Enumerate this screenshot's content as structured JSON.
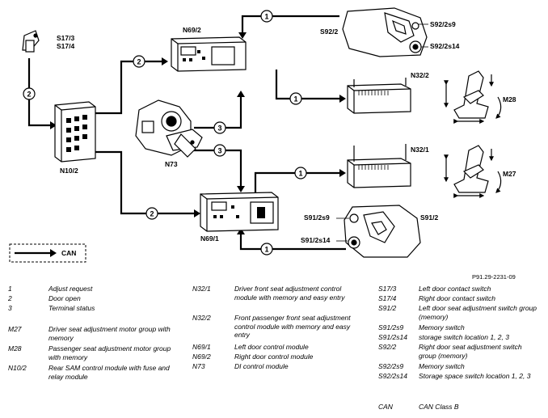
{
  "diagram": {
    "components": {
      "s17": {
        "line1": "S17/3",
        "line2": "S17/4"
      },
      "n10_2": "N10/2",
      "n69_2": "N69/2",
      "n69_1": "N69/1",
      "n73": "N73",
      "n32_2": "N32/2",
      "n32_1": "N32/1",
      "m28": "M28",
      "m27": "M27",
      "s92_2": "S92/2",
      "s92_2s9": "S92/2s9",
      "s92_2s14": "S92/2s14",
      "s91_2": "S91/2",
      "s91_2s9": "S91/2s9",
      "s91_2s14": "S91/2s14"
    },
    "signal_numbers": {
      "adjust": "1",
      "door": "2",
      "terminal": "3"
    },
    "can_label": "CAN",
    "reference": "P91.29-2231-09"
  },
  "legend": {
    "col1": [
      {
        "code": "1",
        "desc": "Adjust request"
      },
      {
        "code": "2",
        "desc": "Door open"
      },
      {
        "code": "3",
        "desc": "Terminal status"
      },
      {
        "code": "M27",
        "desc": "Driver seat adjustment motor group with memory"
      },
      {
        "code": "M28",
        "desc": "Passenger seat adjustment motor group with memory"
      },
      {
        "code": "N10/2",
        "desc": "Rear SAM control module with fuse and relay module"
      }
    ],
    "col2": [
      {
        "code": "N32/1",
        "desc": "Driver front seat adjustment control module with memory and easy entry"
      },
      {
        "code": "N32/2",
        "desc": "Front passenger front seat adjustment control module with memory and easy entry"
      },
      {
        "code": "N69/1",
        "desc": "Left door control module"
      },
      {
        "code": "N69/2",
        "desc": "Right door control module"
      },
      {
        "code": "N73",
        "desc": "DI control module"
      }
    ],
    "col3": [
      {
        "code": "S17/3",
        "desc": "Left door contact switch"
      },
      {
        "code": "S17/4",
        "desc": "Right door contact switch"
      },
      {
        "code": "S91/2",
        "desc": "Left door seat adjustment switch group (memory)"
      },
      {
        "code": "S91/2s9",
        "desc": "Memory switch"
      },
      {
        "code": "S91/2s14",
        "desc": "storage switch location 1, 2, 3"
      },
      {
        "code": "S92/2",
        "desc": "Right door seat adjustment switch group (memory)"
      },
      {
        "code": "S92/2s9",
        "desc": "Memory switch"
      },
      {
        "code": "S92/2s14",
        "desc": "Storage space switch location 1, 2, 3"
      },
      {
        "code": "CAN",
        "desc": "CAN Class B"
      }
    ]
  }
}
